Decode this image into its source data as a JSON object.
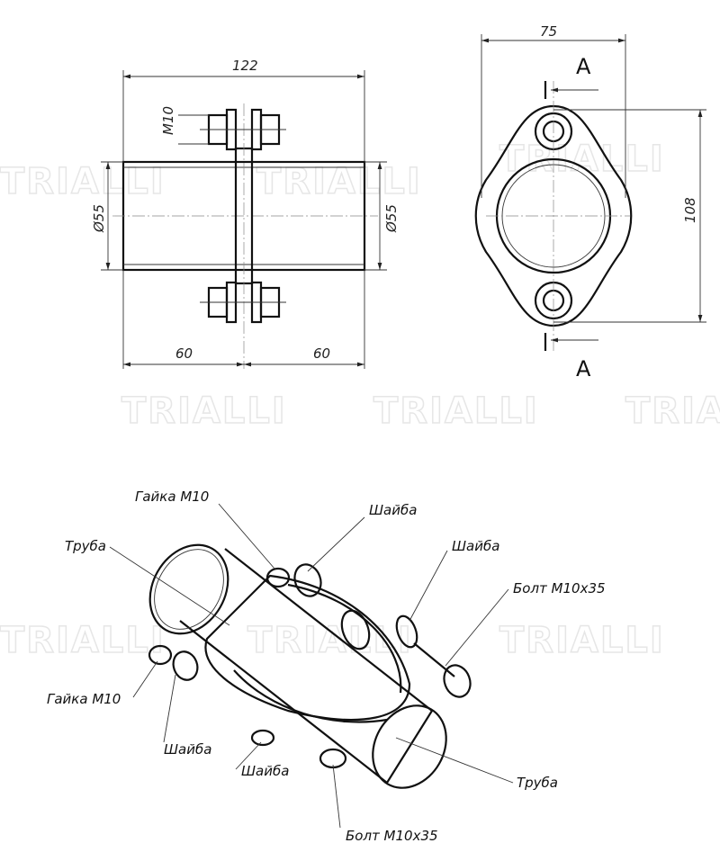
{
  "watermark": "TRIALLI",
  "front_view": {
    "overall_length": "122",
    "bolt_size": "M10",
    "diameter_left": "Ø55",
    "diameter_right": "Ø55",
    "left_length": "60",
    "right_length": "60"
  },
  "side_view": {
    "width": "75",
    "height": "108",
    "section_top": "A",
    "section_bottom": "A"
  },
  "isometric_callouts": {
    "nut_top": "Гайка M10",
    "washer_top1": "Шайба",
    "pipe_left": "Труба",
    "washer_top2": "Шайба",
    "bolt_right": "Болт M10x35",
    "nut_left": "Гайка M10",
    "washer_left": "Шайба",
    "washer_bottom": "Шайба",
    "pipe_right": "Труба",
    "bolt_bottom": "Болт M10x35"
  }
}
